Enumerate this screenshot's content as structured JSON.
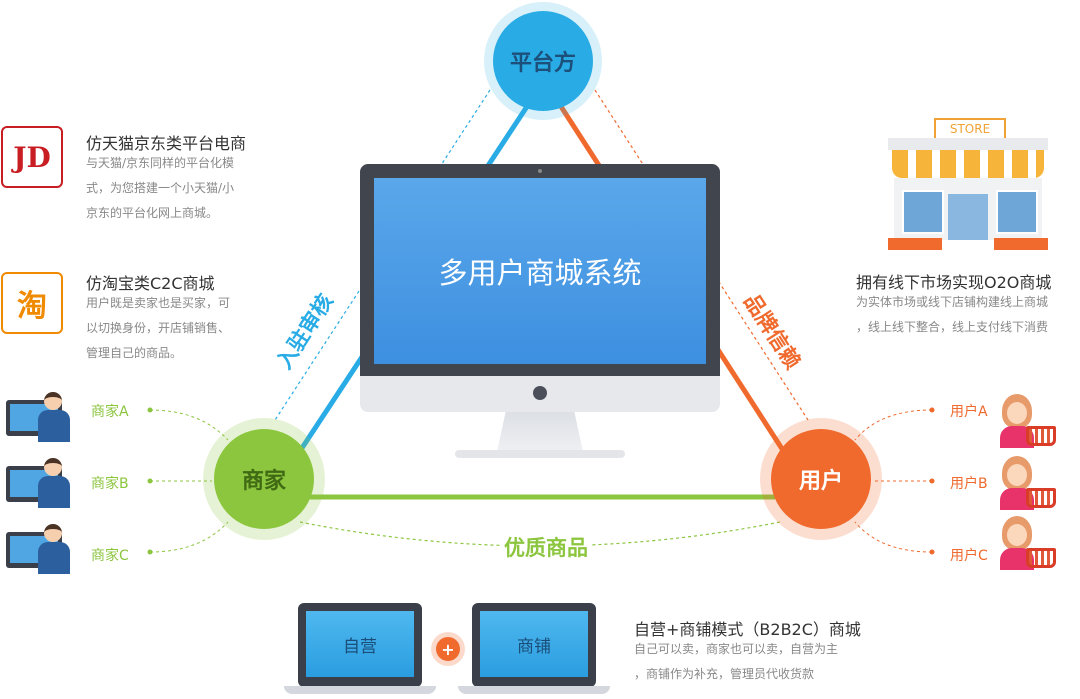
{
  "hub": {
    "label": "平台方"
  },
  "merchant": {
    "label": "商家"
  },
  "user": {
    "label": "用户"
  },
  "monitor": {
    "title": "多用户商城系统"
  },
  "edges": {
    "left": "入驻审核",
    "right": "品牌信赖",
    "bottom": "优质商品"
  },
  "features": {
    "jd": {
      "logo": "JD",
      "title": "仿天猫京东类平台电商",
      "lines": [
        "与天猫/京东同样的平台化模",
        "式，为您搭建一个小天猫/小",
        "京东的平台化网上商城。"
      ]
    },
    "taobao": {
      "logo": "淘",
      "title": "仿淘宝类C2C商城",
      "lines": [
        "用户既是卖家也是买家，可",
        "以切换身份，开店铺销售、",
        "管理自己的商品。"
      ]
    },
    "o2o": {
      "store_sign": "STORE",
      "title": "拥有线下市场实现O2O商城",
      "lines": [
        "为实体市场或线下店铺构建线上商城",
        "，线上线下整合，线上支付线下消费"
      ]
    },
    "b2b2c": {
      "title": "自营+商铺模式（B2B2C）商城",
      "lines": [
        "自己可以卖，商家也可以卖，自营为主",
        "，商铺作为补充，管理员代收货款"
      ]
    }
  },
  "merchants": [
    "商家A",
    "商家B",
    "商家C"
  ],
  "users": [
    "用户A",
    "用户B",
    "用户C"
  ],
  "laptops": {
    "left": "自营",
    "right": "商铺",
    "plus": "+"
  },
  "colors": {
    "blue": "#29ace6",
    "green": "#8cc63f",
    "orange": "#f06a2e",
    "jd_red": "#c81e23",
    "taobao_orange": "#f08a00"
  }
}
